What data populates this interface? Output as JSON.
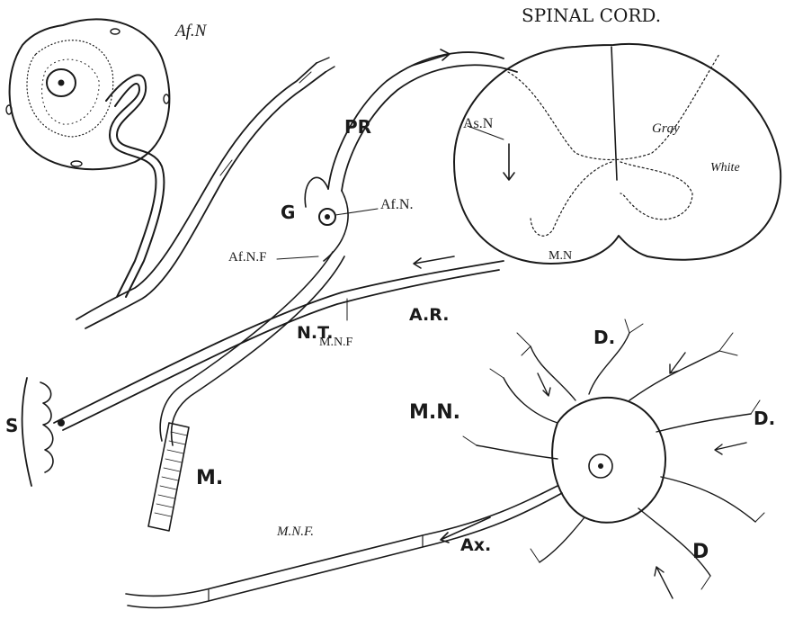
{
  "labels": {
    "spinal_cord": "SPINAL CORD.",
    "af_n_cell": "Af.N",
    "pr": "PR",
    "as_n": "As.N",
    "gray": "Gray",
    "white": "White",
    "g": "G",
    "af_n_ganglion": "Af.N.",
    "af_n_f": "Af.N.F",
    "m_n_cord": "M.N",
    "nt": "N.T.",
    "mnf_top": "M.N.F",
    "ar": "A.R.",
    "d_top": "D.",
    "d_right": "D.",
    "s": "S",
    "mn_big": "M.N.",
    "m": "M.",
    "mnf_bottom": "M.N.F.",
    "ax": "Ax.",
    "d_bottom": "D"
  },
  "colors": {
    "ink": "#1a1a1a",
    "paper": "#ffffff"
  }
}
